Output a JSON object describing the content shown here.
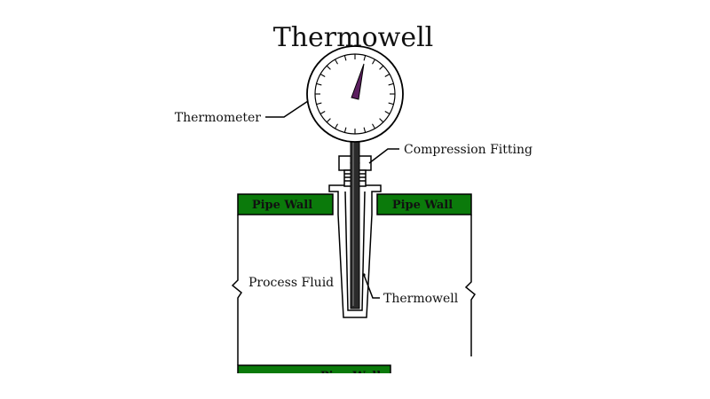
{
  "diagram": {
    "title": "Thermowell",
    "labels": {
      "thermometer": "Thermometer",
      "compression_fitting": "Compression Fitting",
      "process_fluid": "Process Fluid",
      "thermowell": "Thermowell",
      "pipe_wall_left": "Pipe Wall",
      "pipe_wall_right": "Pipe Wall",
      "pipe_wall_bottom": "Pipe Wall"
    },
    "colors": {
      "pipe_wall": "#0b7a0b",
      "needle": "#5b1f5f",
      "line": "#000000"
    }
  }
}
